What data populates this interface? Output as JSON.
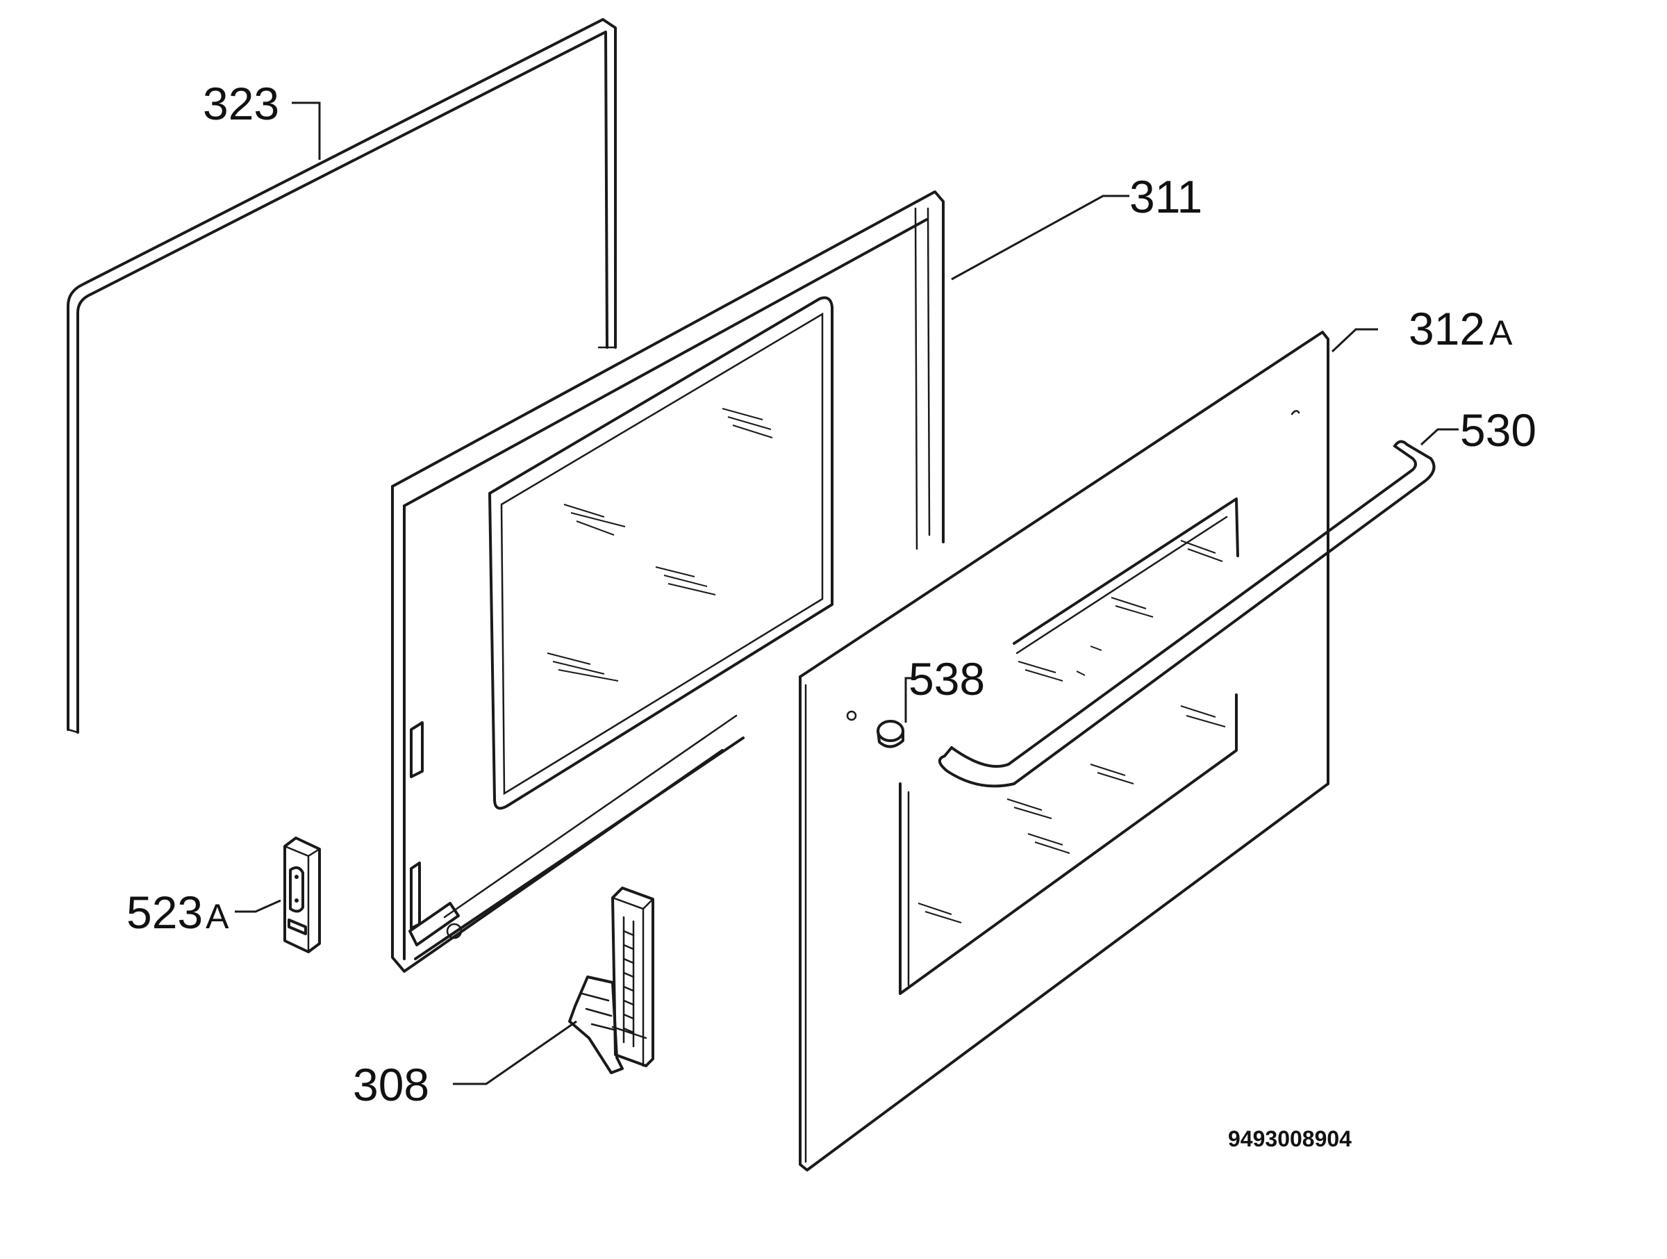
{
  "callouts": {
    "seal": "323",
    "inner_frame": "311",
    "outer_glass": "312",
    "outer_glass_suffix": "A",
    "handle": "530",
    "screw_cap": "538",
    "hinge_cover": "523",
    "hinge_cover_suffix": "A",
    "hinge": "308"
  },
  "document_number": "9493008904",
  "colors": {
    "line": "#1a1a1a",
    "background": "#ffffff"
  }
}
